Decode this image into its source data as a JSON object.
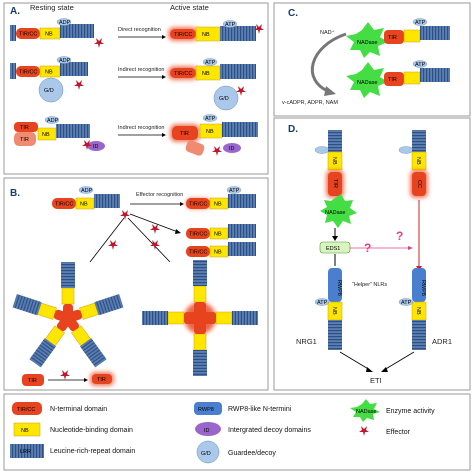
{
  "panels": {
    "a": {
      "letter": "A.",
      "resting_header": "Resting state",
      "active_header": "Active state",
      "arrow1": "Direct recognition",
      "arrow2": "Indirect recognition",
      "arrow3": "Indirect recognition"
    },
    "b": {
      "letter": "B.",
      "effector_label": "Effector recognition"
    },
    "c": {
      "letter": "C.",
      "substrate": "NAD⁺",
      "products": "v-cADPR, ADPR, NAM"
    },
    "d": {
      "letter": "D.",
      "helper_label": "“Helper” NLRs",
      "eds1": "EDS1",
      "nrg1": "NRG1",
      "adr1": "ADR1",
      "eti": "ETI",
      "question": "?"
    }
  },
  "domains": {
    "tircc": "TIR/CC",
    "tir": "TIR",
    "cc": "CC",
    "nb": "NB",
    "lrr": "LRR",
    "rwp8": "RWP8",
    "id": "ID",
    "gd": "G/D",
    "atp": "ATP",
    "adp": "ADP",
    "nadase": "NADase"
  },
  "legend": {
    "items": [
      {
        "icon": "TIR/CC",
        "label": "N-terminal domain"
      },
      {
        "icon": "RWP8",
        "label": "RWP8-like N-termini"
      },
      {
        "icon": "NADase",
        "label": "Enzyme activity"
      },
      {
        "icon": "NB",
        "label": "Nucleotide-binding domain"
      },
      {
        "icon": "ID",
        "label": "Intergrated decoy domains"
      },
      {
        "icon": "",
        "label": "Effector"
      },
      {
        "icon": "LRR",
        "label": "Leucine-rich-repeat domain"
      },
      {
        "icon": "G/D",
        "label": "Guardee/decoy"
      }
    ]
  },
  "colors": {
    "tircc": "#e8431f",
    "nb": "#ffe600",
    "lrr": "#5a7fb5",
    "rwp8": "#4a7fd0",
    "id": "#9966cc",
    "gd": "#a9c8ea",
    "atp": "#a9c8ea",
    "nadase": "#44dd44",
    "effector": "#c0182a",
    "arrow_red": "#d0202a",
    "question": "#e0408a"
  }
}
